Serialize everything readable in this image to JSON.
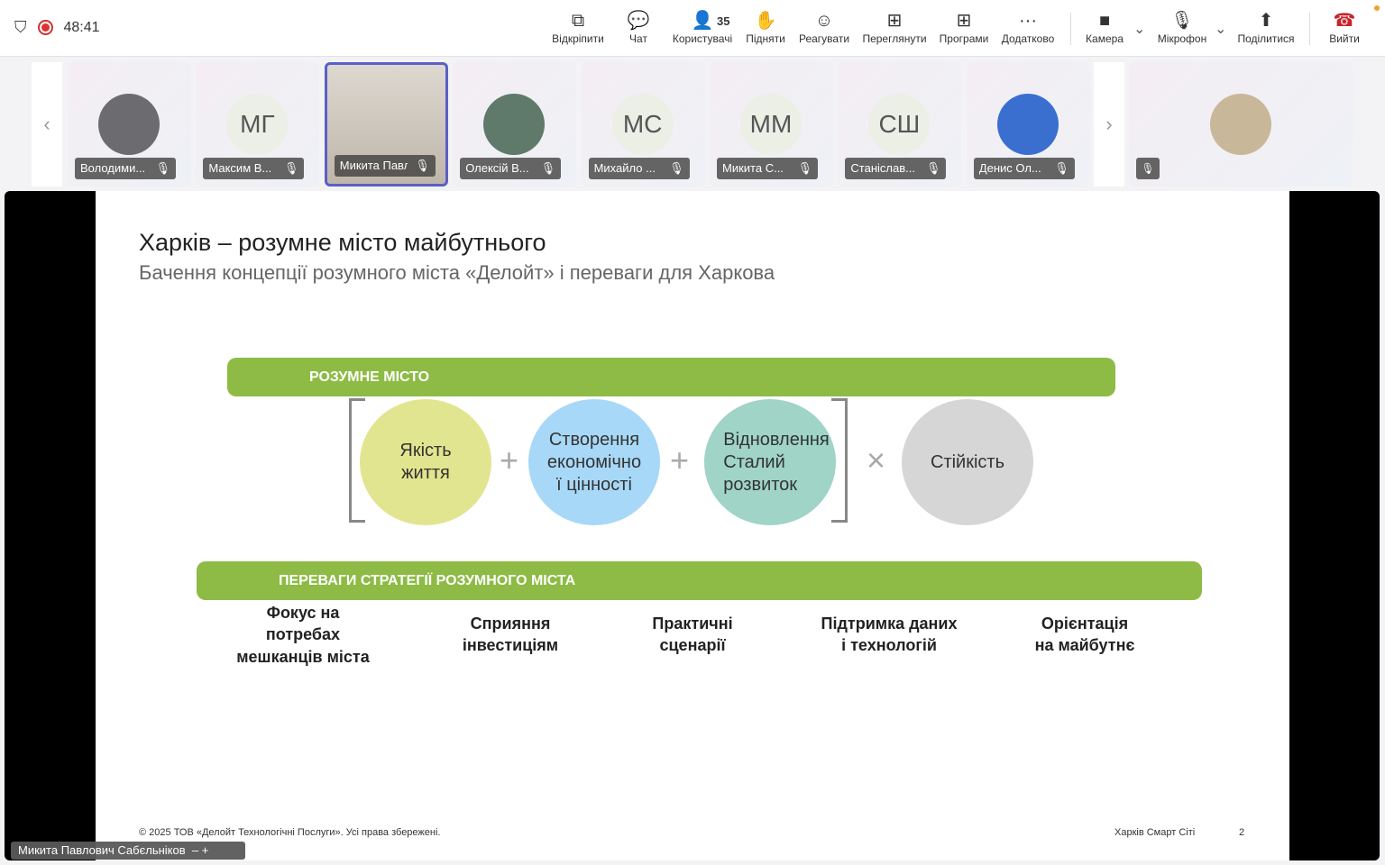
{
  "meeting": {
    "timer": "48:41"
  },
  "toolbar": [
    {
      "label": "Відкріпити",
      "icon": "popout-icon",
      "glyph": "⧉"
    },
    {
      "label": "Чат",
      "icon": "chat-icon",
      "glyph": "💬"
    },
    {
      "label": "Користувачі",
      "icon": "people-icon",
      "glyph": "👤",
      "count": "35"
    },
    {
      "label": "Підняти",
      "icon": "raise-hand-icon",
      "glyph": "✋"
    },
    {
      "label": "Реагувати",
      "icon": "smiley-icon",
      "glyph": "☺"
    },
    {
      "label": "Переглянути",
      "icon": "grid-icon",
      "glyph": "⊞"
    },
    {
      "label": "Програми",
      "icon": "apps-plus-icon",
      "glyph": "⊞"
    },
    {
      "label": "Додатково",
      "icon": "more-icon",
      "glyph": "···"
    },
    {
      "label": "Камера",
      "icon": "camera-off-icon",
      "glyph": "■"
    },
    {
      "label": "Мікрофон",
      "icon": "mic-off-icon",
      "glyph": "🎙"
    },
    {
      "label": "Поділитися",
      "icon": "share-icon",
      "glyph": "⬆"
    },
    {
      "label": "Вийти",
      "icon": "hangup-icon",
      "glyph": "☎"
    }
  ],
  "participants": [
    {
      "name": "Володими...",
      "initials": "",
      "photo": true
    },
    {
      "name": "Максим В...",
      "initials": "МГ"
    },
    {
      "name": "Микита Павл...",
      "initials": "",
      "photo": true,
      "active": true
    },
    {
      "name": "Олексій В...",
      "initials": "",
      "photo": true
    },
    {
      "name": "Михайло ...",
      "initials": "МС"
    },
    {
      "name": "Микита С...",
      "initials": "ММ"
    },
    {
      "name": "Станіслав...",
      "initials": "СШ"
    },
    {
      "name": "Денис Ол...",
      "initials": "",
      "photo": true
    }
  ],
  "slide": {
    "title": "Харків – розумне місто майбутнього",
    "subtitle": "Бачення концепції розумного міста «Делойт» і переваги для Харкова",
    "bar1": "РОЗУМНЕ МІСТО",
    "circles": [
      "Якість\nжиття",
      "Створення\nекономічно\nї цінності",
      "Відновлення\nСталий\nрозвиток",
      "Стійкість"
    ],
    "ops": [
      "+",
      "+",
      "×"
    ],
    "bar2": "ПЕРЕВАГИ СТРАТЕГІЇ РОЗУМНОГО МІСТА",
    "benefits": [
      "Фокус   на\nпотребах\nмешканців міста",
      "Сприяння\nінвестиціям",
      "Практичні\nсценарії",
      "Підтримка даних\nі технологій",
      "Орієнтація\nна майбутнє"
    ],
    "copyright": "© 2025 ТОВ «Делойт Технологічні Послуги». Усі права збережені.",
    "footer_right": "Харків Смарт Сіті",
    "page": "2"
  },
  "speaker": "Микита Павлович Сабєльніков"
}
